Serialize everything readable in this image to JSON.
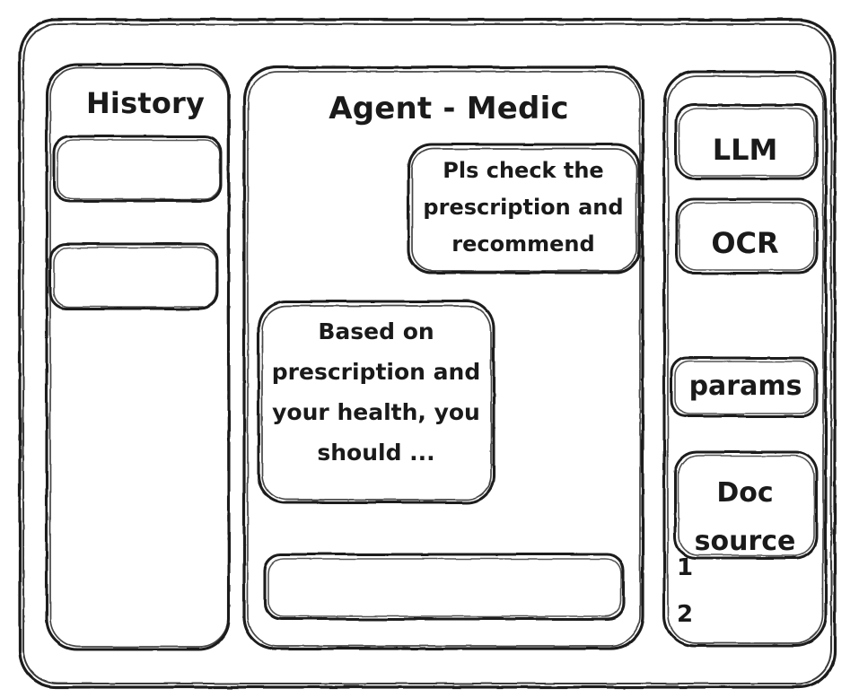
{
  "meta": {
    "style": "hand-drawn-wireframe",
    "stroke_color": "#1a1a1a",
    "background_color": "#ffffff"
  },
  "window": {
    "name": "app-window-frame"
  },
  "sidebar_left": {
    "title": "History",
    "items": [
      {
        "label": "",
        "name": "history-item-1"
      },
      {
        "label": "",
        "name": "history-item-2"
      }
    ]
  },
  "main": {
    "title": "Agent - Medic",
    "messages": [
      {
        "role": "user",
        "text": "Pls check the prescription and recommend"
      },
      {
        "role": "assistant",
        "text": "Based on prescription and your health, you should ..."
      }
    ],
    "composer": {
      "value": "",
      "placeholder": ""
    }
  },
  "sidebar_right": {
    "cards": [
      {
        "label": "LLM",
        "name": "llm-card"
      },
      {
        "label": "OCR",
        "name": "ocr-card"
      },
      {
        "label": "params",
        "name": "params-card"
      },
      {
        "label": "Doc source",
        "name": "doc-source-card"
      }
    ],
    "source_list": [
      "1",
      "2"
    ]
  }
}
